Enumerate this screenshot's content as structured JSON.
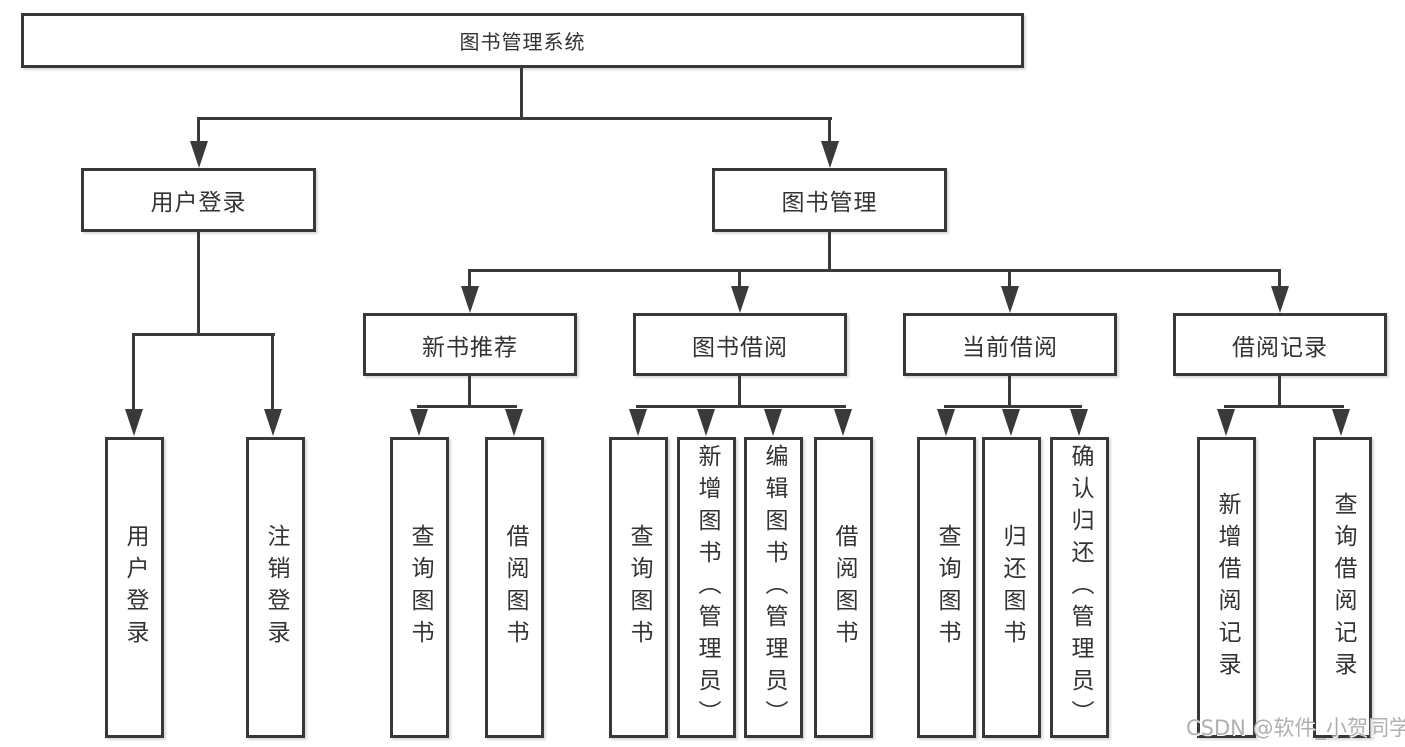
{
  "tree": {
    "root": {
      "label": "图书管理系统",
      "children": [
        {
          "label": "用户登录",
          "children": [
            {
              "label": "用户登录"
            },
            {
              "label": "注销登录"
            }
          ]
        },
        {
          "label": "图书管理",
          "children": [
            {
              "label": "新书推荐",
              "children": [
                {
                  "label": "查询图书"
                },
                {
                  "label": "借阅图书"
                }
              ]
            },
            {
              "label": "图书借阅",
              "children": [
                {
                  "label": "查询图书"
                },
                {
                  "label": "新增图书（管理员）"
                },
                {
                  "label": "编辑图书（管理员）"
                },
                {
                  "label": "借阅图书"
                }
              ]
            },
            {
              "label": "当前借阅",
              "children": [
                {
                  "label": "查询图书"
                },
                {
                  "label": "归还图书"
                },
                {
                  "label": "确认归还（管理员）"
                }
              ]
            },
            {
              "label": "借阅记录",
              "children": [
                {
                  "label": "新增借阅记录"
                },
                {
                  "label": "查询借阅记录"
                }
              ]
            }
          ]
        }
      ]
    }
  },
  "watermark": {
    "text": "CSDN @软件_小贺同学"
  },
  "colors": {
    "line": "#3a3a3a",
    "box_border": "#383838",
    "text": "#333333",
    "watermark_text": "#b0b0b0"
  }
}
